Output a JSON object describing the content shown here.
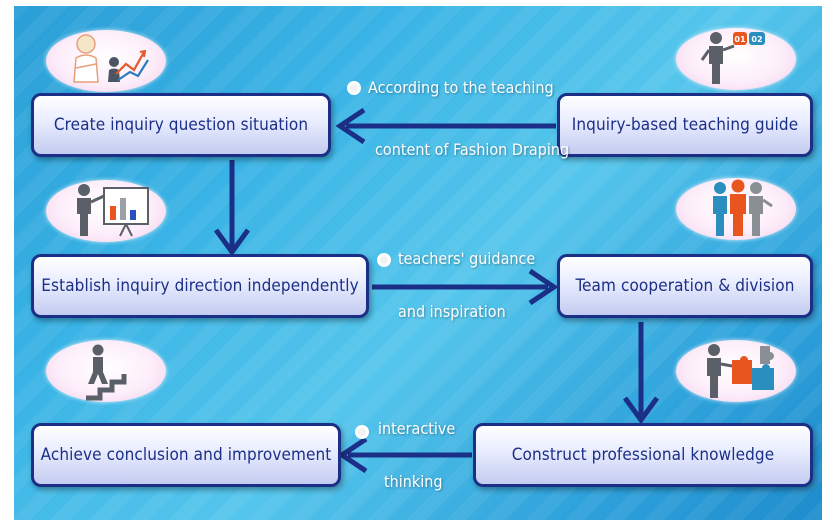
{
  "nodes": {
    "create": "Create inquiry question situation",
    "guide": "Inquiry-based teaching guide",
    "establish": "Establish inquiry direction independently",
    "team": "Team cooperation & division",
    "achieve": "Achieve conclusion and improvement",
    "construct": "Construct professional knowledge"
  },
  "edges": {
    "guide_to_create": {
      "line1": "According to the teaching",
      "line2": "content of Fashion Draping"
    },
    "establish_to_team": {
      "line1": "teachers' guidance",
      "line2": "and  inspiration"
    },
    "construct_to_achieve": {
      "line1": "interactive",
      "line2": "thinking"
    }
  },
  "icons": {
    "create": "thinking-person-chart-icon",
    "guide": "speaker-speech-bubbles-icon",
    "establish": "presenter-board-icon",
    "team": "team-people-icon",
    "achieve": "climbing-stairs-icon",
    "construct": "puzzle-pieces-icon"
  },
  "speech_bubbles": {
    "left": "01",
    "right": "02"
  },
  "colors": {
    "node_border": "#1c2f86",
    "node_text": "#1c2f86",
    "arrow": "#1c2f86",
    "background": "#3ab4e6",
    "badge": "#fdeefa"
  }
}
